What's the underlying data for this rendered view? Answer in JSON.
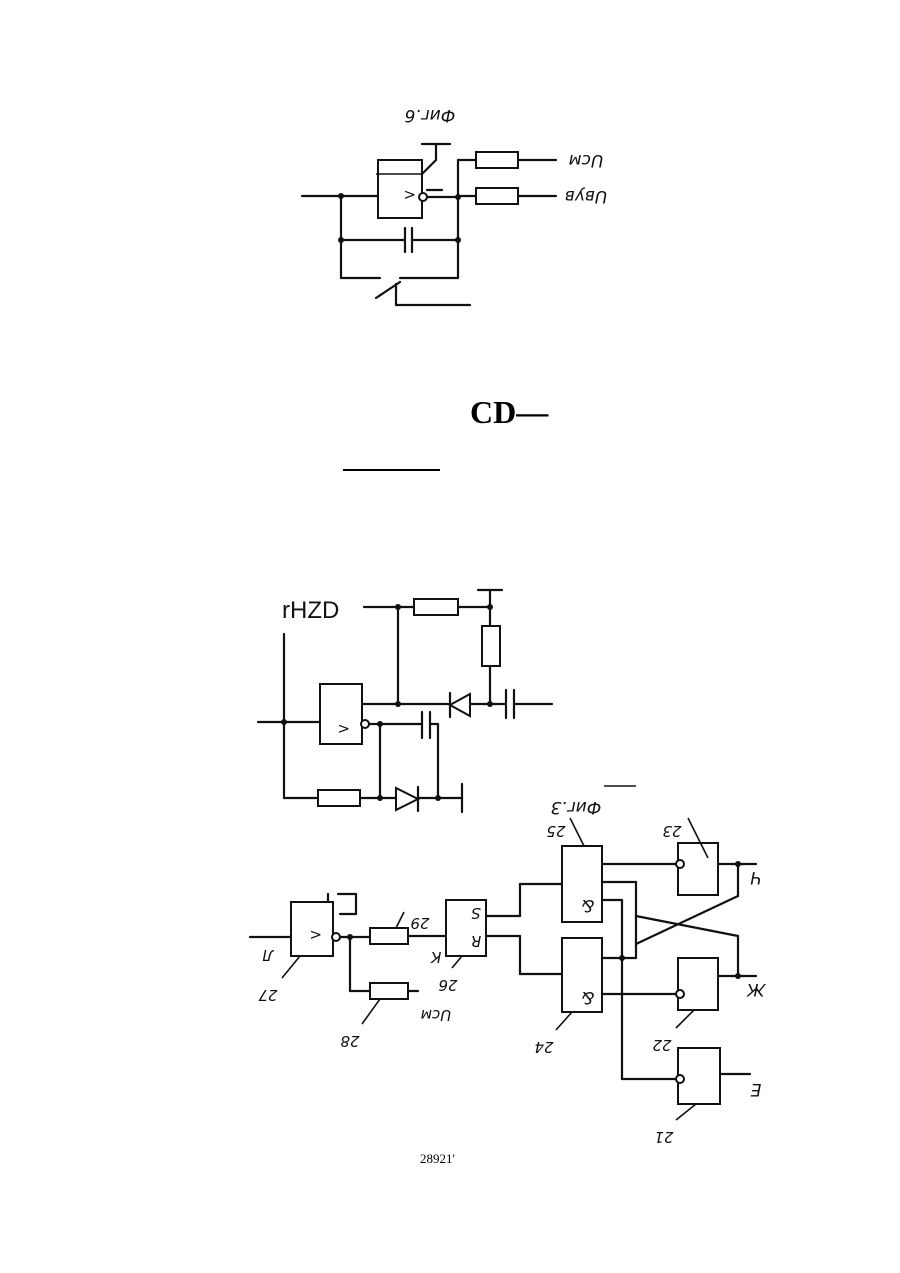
{
  "figure_top": {
    "caption": "Фиг.6",
    "input_labels": [
      "Uсм",
      "Uвув"
    ]
  },
  "heading": {
    "text": "CD—"
  },
  "figure_middle": {
    "label": "rHZD"
  },
  "figure_bottom": {
    "caption": "Фиг.3",
    "ref_labels": [
      "21",
      "22",
      "23",
      "24",
      "25",
      "26",
      "27",
      "28",
      "29"
    ],
    "terminal_labels": {
      "input_left": "Л",
      "k": "К",
      "ucm": "Uсм",
      "out_ch": "Ч",
      "out_zh": "Ж",
      "out_e": "Е"
    },
    "gate_symbols": {
      "and": "&",
      "comparator": "<",
      "set": "S",
      "reset": "R"
    }
  },
  "footer": {
    "page_number": "28921'"
  },
  "colors": {
    "ink": "#111111",
    "paper": "#ffffff"
  }
}
